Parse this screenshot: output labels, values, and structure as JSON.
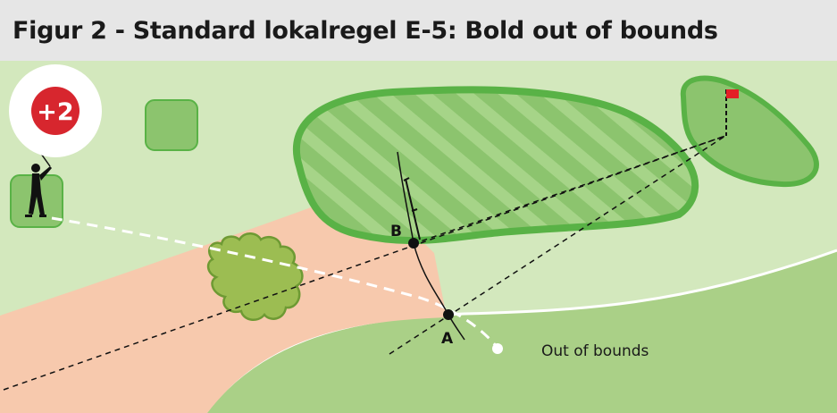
{
  "title": "Figur 2 - Standard lokalregel E-5: Bold out of bounds",
  "penalty": {
    "text": "+2",
    "color": "#d7262e"
  },
  "points": {
    "a": "A",
    "b": "B"
  },
  "out_of_bounds_label": "Out of bounds",
  "colors": {
    "rough": "#d3e8bd",
    "fairway_oob_area": "#aad087",
    "fairway_path": "#f7c9ad",
    "green": "#8cc46e",
    "green_border": "#59b246",
    "bush": "#9cbd52",
    "bush_border": "#6e9a33",
    "flag": "#e41f26"
  }
}
